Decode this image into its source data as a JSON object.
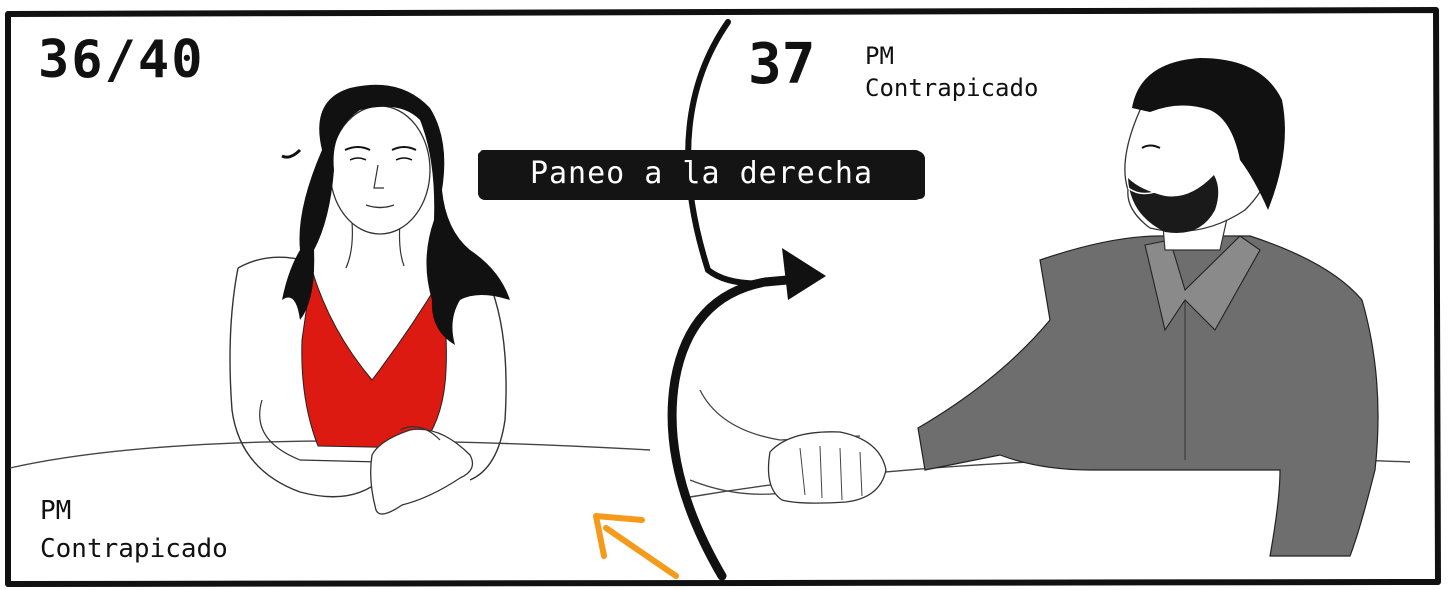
{
  "storyboard": {
    "left_panel": {
      "shot_number": "36/40",
      "shot_size": "PM",
      "camera_angle": "Contrapicado",
      "costume_color": "#dd1a12"
    },
    "right_panel": {
      "shot_number": "37",
      "shot_size": "PM",
      "camera_angle": "Contrapicado",
      "shirt_color": "#6e6e6e"
    },
    "transition": {
      "label": "Paneo a la derecha",
      "arrow_icon": "curved-arrow-right-icon"
    },
    "accent_arrow_color": "#f59a1b",
    "ink_color": "#111111"
  }
}
